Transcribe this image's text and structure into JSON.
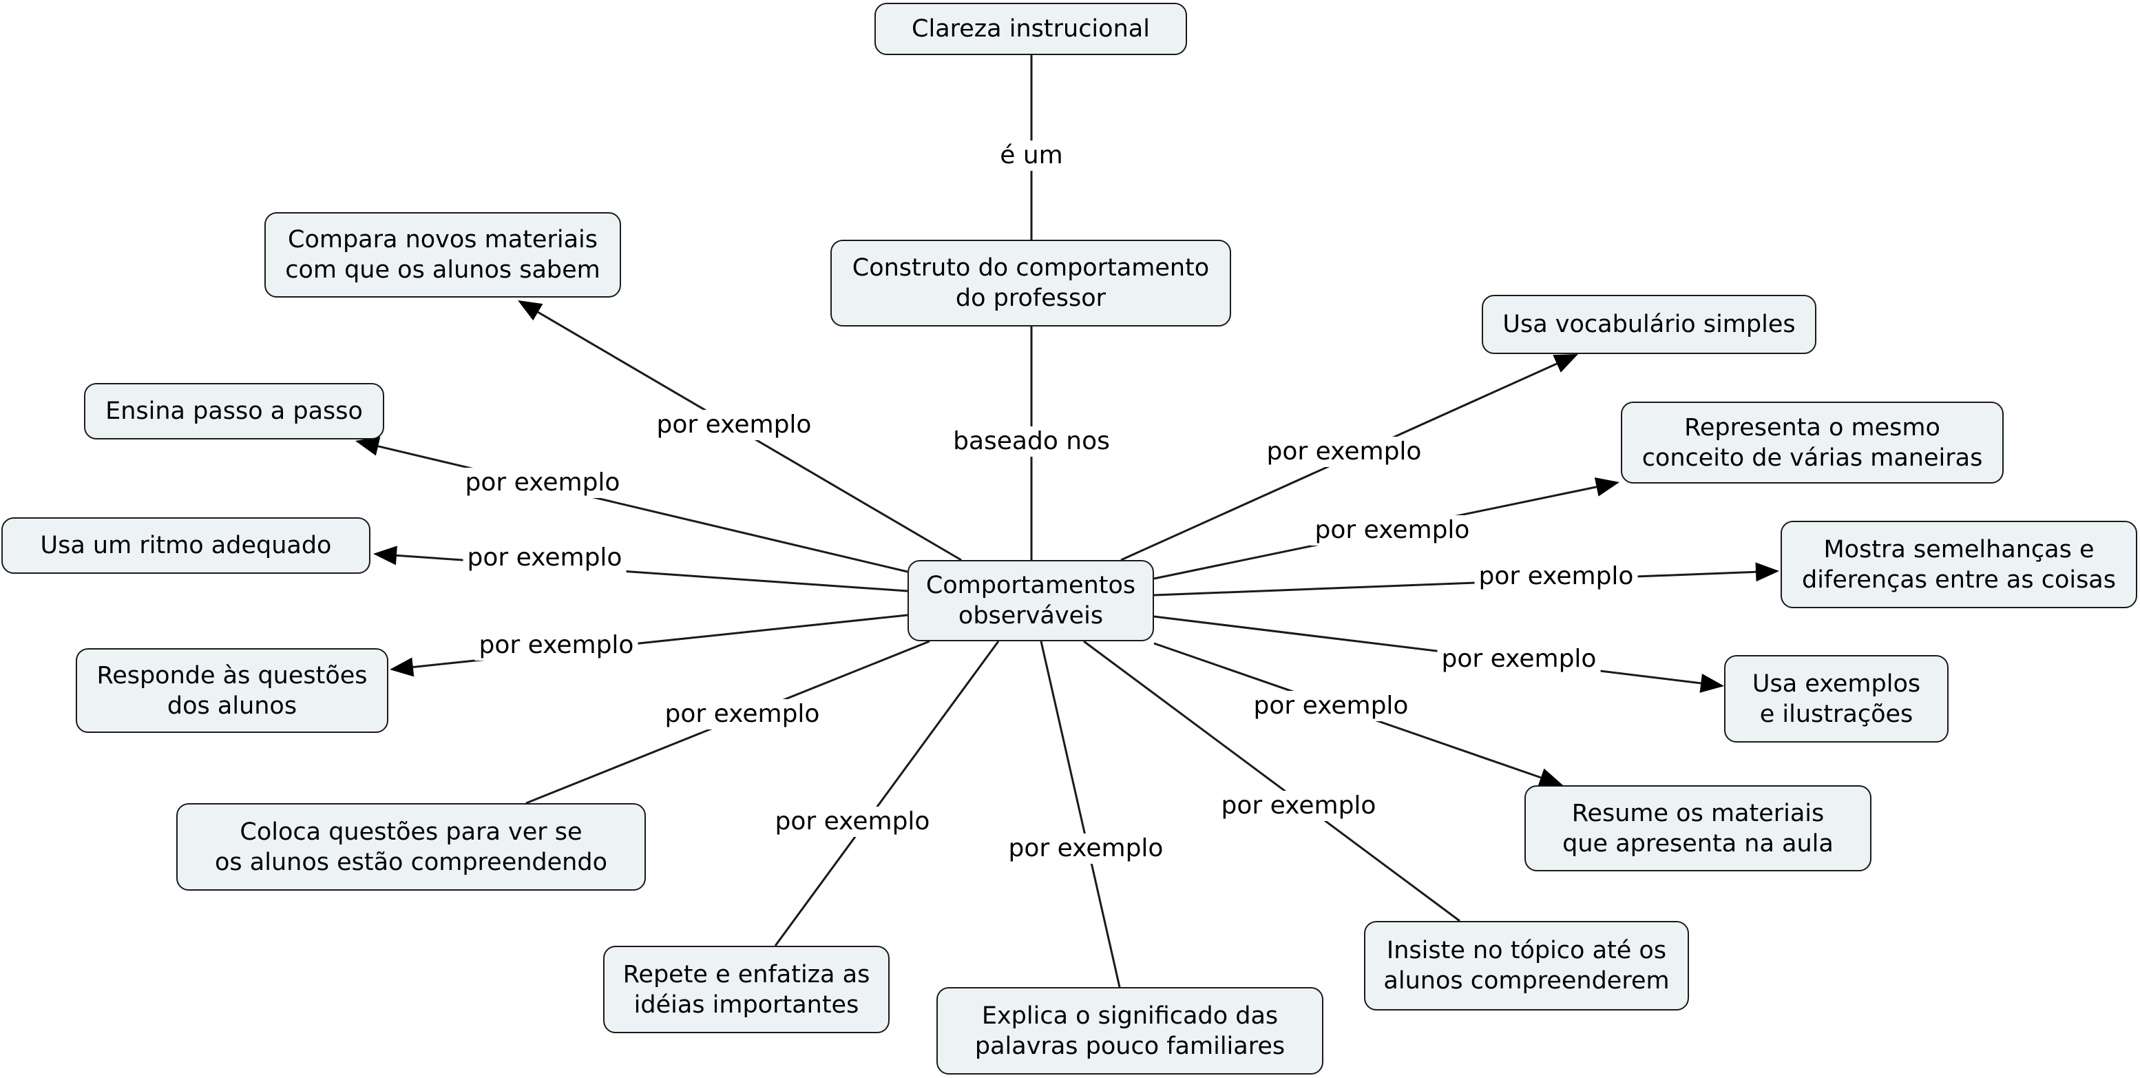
{
  "nodes": {
    "clareza": "Clareza instrucional",
    "construto": "Construto do comportamento\ndo professor",
    "comportamentos": "Comportamentos\nobserváveis",
    "compara": "Compara novos materiais\ncom que os alunos sabem",
    "ensina": "Ensina passo a passo",
    "ritmo": "Usa um ritmo adequado",
    "responde": "Responde às questões\ndos alunos",
    "coloca": "Coloca questões para ver se\nos alunos estão compreendendo",
    "repete": "Repete e enfatiza as\nidéias importantes",
    "explica": "Explica o significado das\npalavras pouco familiares",
    "insiste": "Insiste no tópico até os\nalunos compreenderem",
    "resume": "Resume os materiais\nque apresenta na aula",
    "usa_exemplos": "Usa exemplos\ne ilustrações",
    "mostra": "Mostra semelhanças e\ndiferenças entre as coisas",
    "representa": "Representa o mesmo\nconceito de várias maneiras",
    "vocabulario": "Usa vocabulário simples"
  },
  "links": {
    "e_um": "é um",
    "baseado_nos": "baseado nos",
    "por_exemplo": "por exemplo"
  },
  "colors": {
    "node_fill": "#edf3f4",
    "line": "#1a1a1a",
    "arrow": "#000000"
  }
}
